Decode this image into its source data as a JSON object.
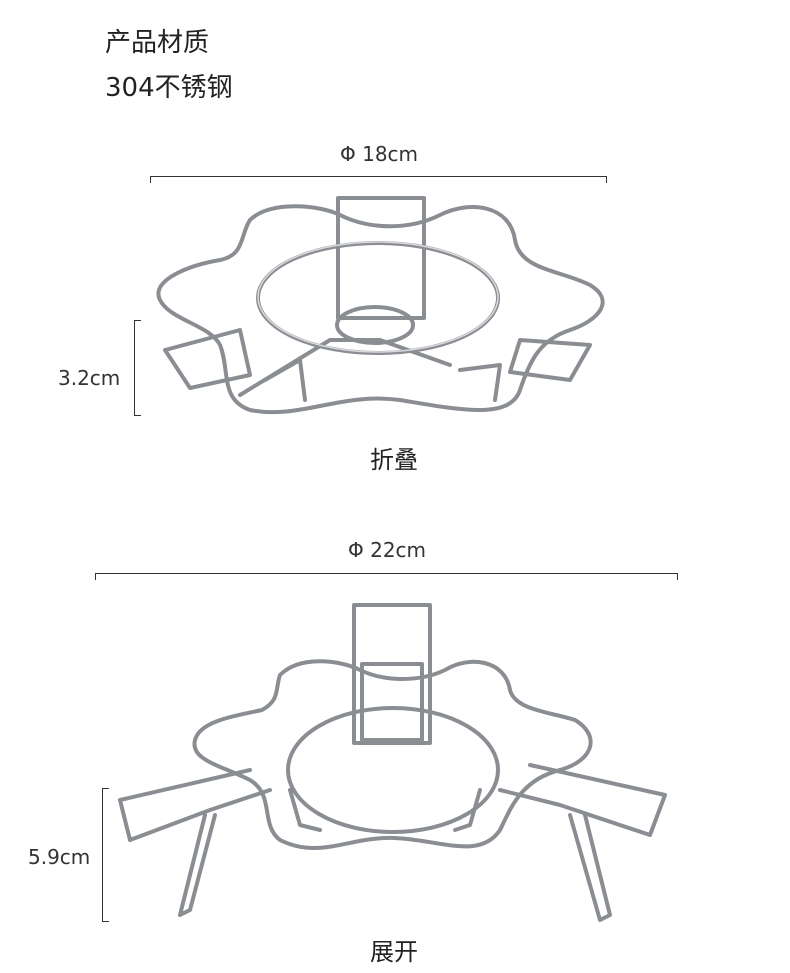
{
  "material": {
    "heading": "产品材质",
    "value": "304不锈钢"
  },
  "folded": {
    "diameter": "Φ 18cm",
    "height": "3.2cm",
    "caption": "折叠"
  },
  "unfolded": {
    "diameter": "Φ 22cm",
    "height": "5.9cm",
    "caption": "展开"
  },
  "colors": {
    "wire": "#8a8d92",
    "wire_highlight": "#d8dadd"
  }
}
